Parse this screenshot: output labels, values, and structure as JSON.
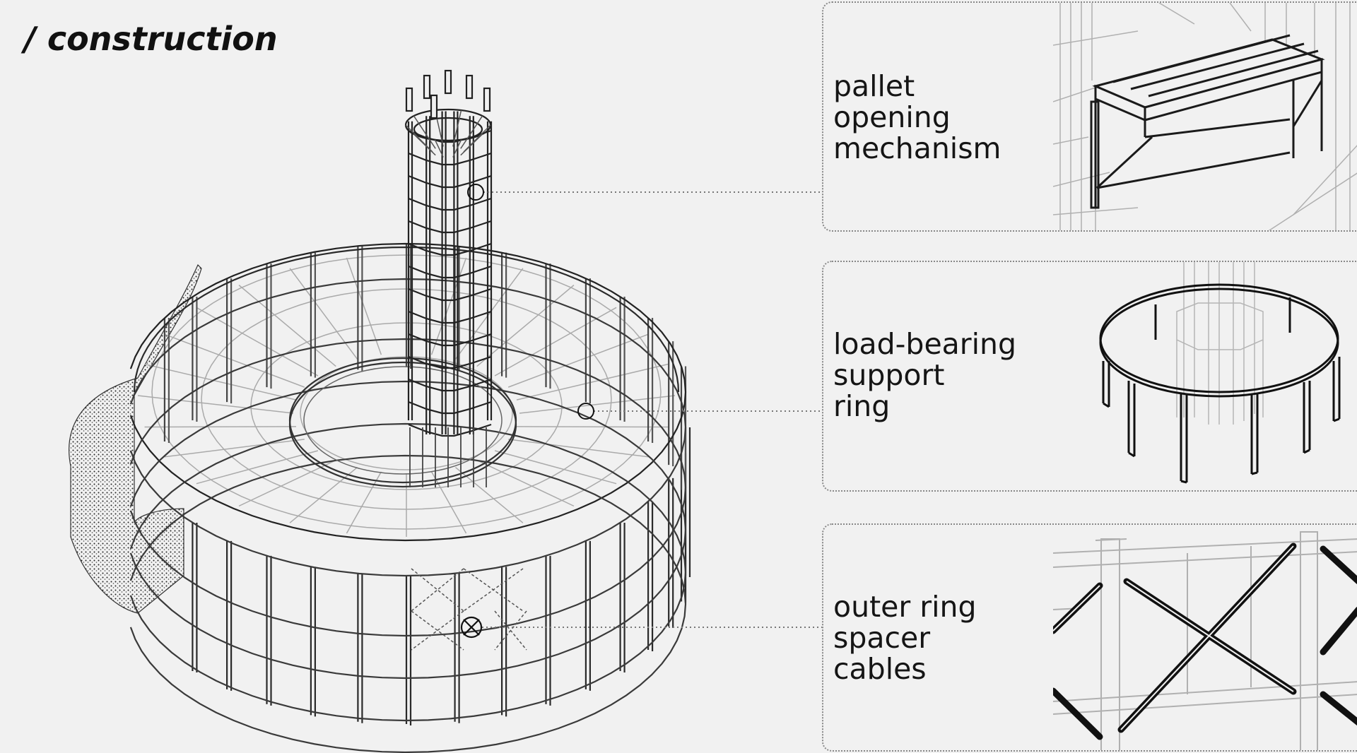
{
  "page": {
    "title": "/ construction"
  },
  "details": [
    {
      "label_lines": [
        "pallet",
        "opening",
        "mechanism"
      ]
    },
    {
      "label_lines": [
        "load-bearing",
        "support",
        "ring"
      ]
    },
    {
      "label_lines": [
        "outer ring",
        "spacer",
        "cables"
      ]
    }
  ],
  "colors": {
    "background": "#f1f1f1",
    "ink": "#1a1a1a",
    "faint": "#9a9a9a",
    "leader": "#777777"
  },
  "icons": [
    "callout-circle-icon",
    "cross-brace-icon"
  ]
}
